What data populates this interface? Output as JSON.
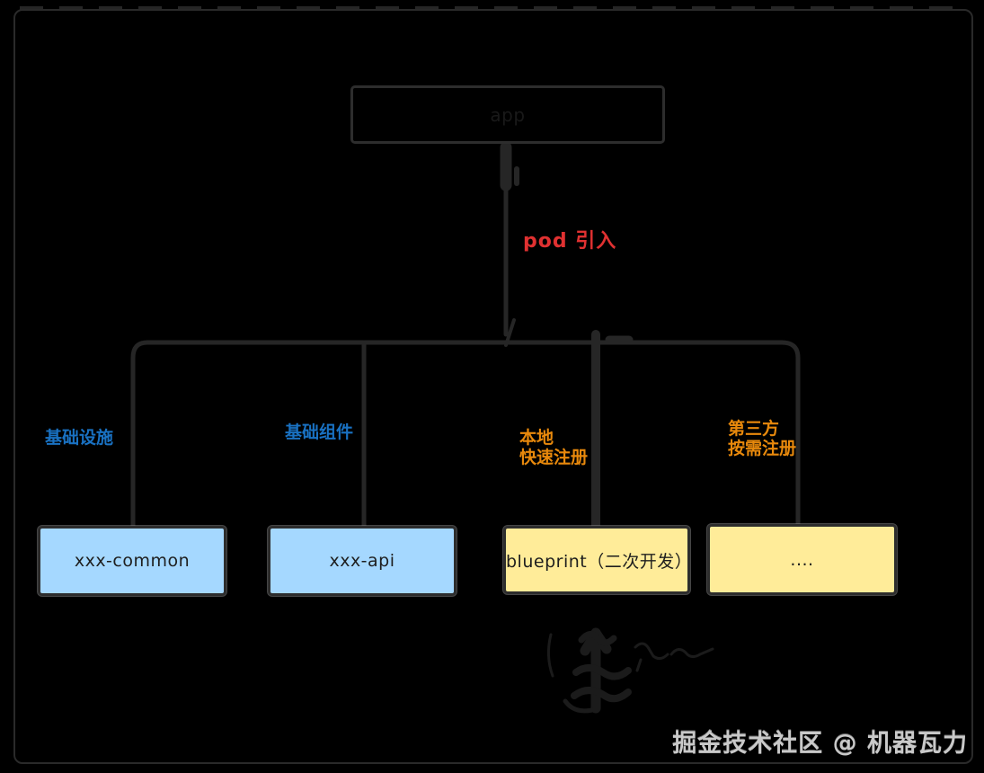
{
  "colors": {
    "background": "#000000",
    "frame": "#2a2a2a",
    "connector": "#262626",
    "box_blue_fill": "#a5d8ff",
    "box_yellow_fill": "#ffec99",
    "box_border": "#2d2d2d",
    "box_text": "#1e1e1e",
    "label_blue": "#1971c2",
    "label_orange": "#e8890c",
    "label_red": "#e03131",
    "watermark_text_color": "#c9c9c9"
  },
  "diagram": {
    "root_box": {
      "label": "app"
    },
    "edge_label": {
      "text": "pod 引入"
    },
    "branches": [
      {
        "box": "xxx-common",
        "label_line1": "基础设施",
        "label_line2": ""
      },
      {
        "box": "xxx-api",
        "label_line1": "基础组件",
        "label_line2": ""
      },
      {
        "box": "blueprint（二次开发）",
        "label_line1": "本地",
        "label_line2": "快速注册"
      },
      {
        "box": "....",
        "label_line1": "第三方",
        "label_line2": "按需注册"
      }
    ],
    "annotation": {
      "icon": "handwritten-arrow-scribble"
    }
  },
  "watermark": {
    "text": "掘金技术社区 @ 机器瓦力"
  }
}
